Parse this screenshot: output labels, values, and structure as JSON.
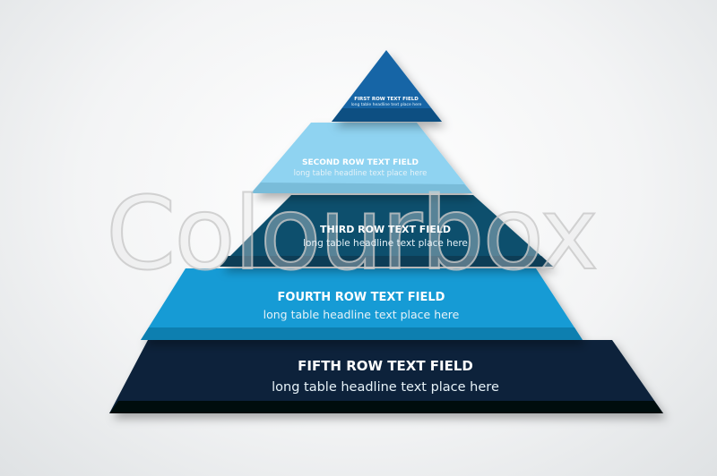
{
  "watermark": "Colourbox",
  "tiers": [
    {
      "title": "FIRST ROW TEXT FIELD",
      "subtitle": "long table headline text place here",
      "color": "#1565a6",
      "band": "#114f82"
    },
    {
      "title": "SECOND ROW TEXT FIELD",
      "subtitle": "long table headline text place here",
      "color": "#8fd3f1",
      "band": "#79bcd9"
    },
    {
      "title": "THIRD ROW TEXT FIELD",
      "subtitle": "long table headline text place here",
      "color": "#0e4f6d",
      "band": "#0a3d56"
    },
    {
      "title": "FOURTH ROW TEXT FIELD",
      "subtitle": "long table headline text place here",
      "color": "#129bd5",
      "band": "#0f7fb0"
    },
    {
      "title": "FIFTH ROW TEXT FIELD",
      "subtitle": "long table headline text place here",
      "color": "#08243a",
      "band": "#02080e"
    }
  ]
}
